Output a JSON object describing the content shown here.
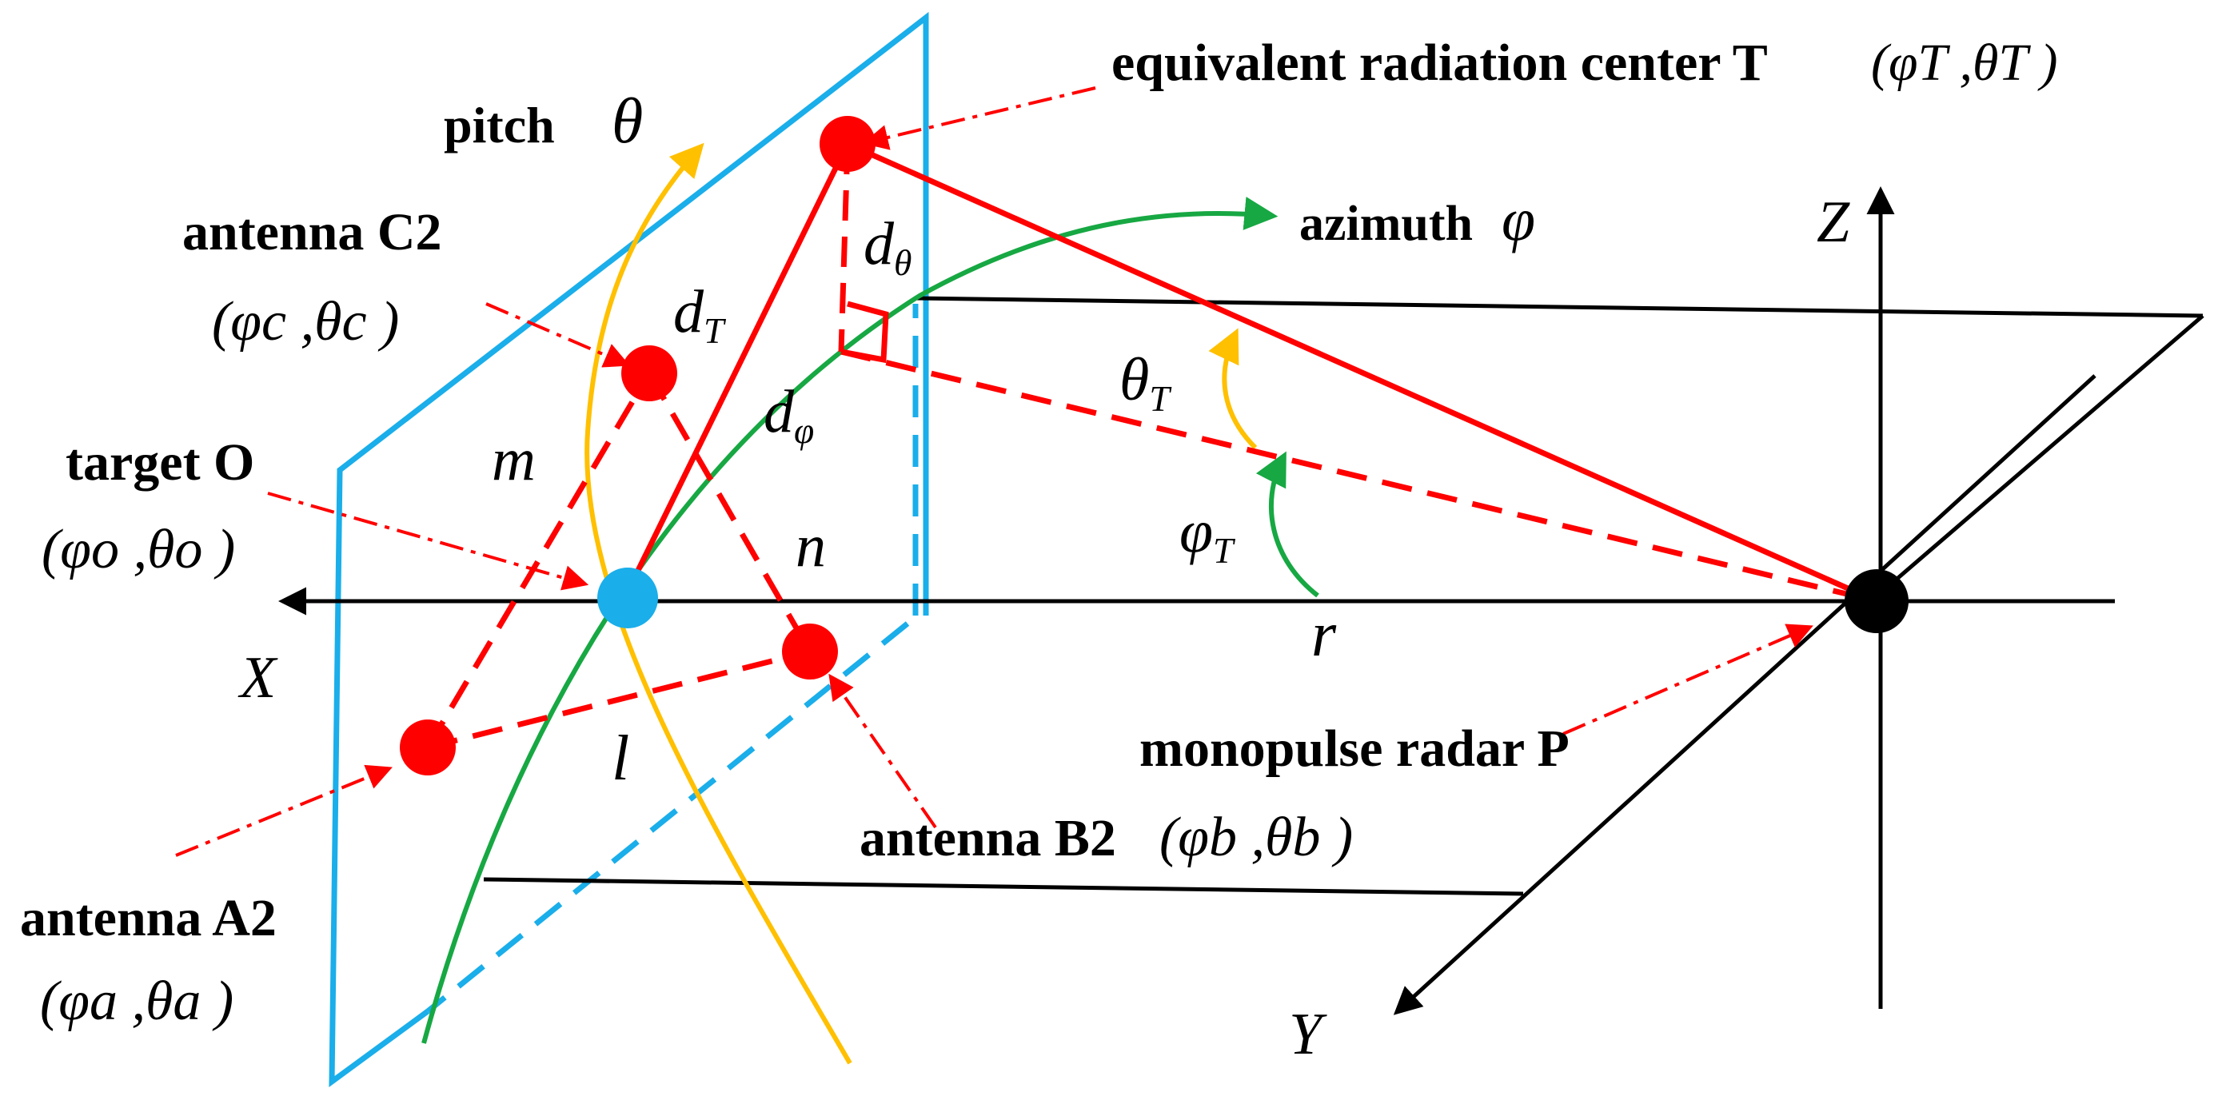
{
  "labels": {
    "equivalent_center": "equivalent radiation center T",
    "pitch": "pitch",
    "azimuth": "azimuth",
    "antenna_c2": "antenna C2",
    "target_o": "target O",
    "antenna_a2": "antenna A2",
    "antenna_b2": "antenna B2",
    "monopulse_radar": "monopulse radar P"
  },
  "symbols": {
    "theta": "θ",
    "phi": "φ",
    "x_axis": "X",
    "y_axis": "Y",
    "z_axis": "Z",
    "r": "r",
    "m": "m",
    "n": "n",
    "l": "l",
    "d": "d",
    "sub_T": "T",
    "sub_theta": "θ",
    "sub_phi": "φ"
  },
  "coords": {
    "T": "(φT ,θT )",
    "C": "(φc ,θc )",
    "O": "(φo ,θo )",
    "A": "(φa ,θa )",
    "B": "(φb ,θb )"
  },
  "colors": {
    "plane": "#1aaeea",
    "red": "#ff0000",
    "green": "#17a843",
    "yellow": "#ffc000",
    "black": "#000000",
    "target": "#1aaeea"
  }
}
